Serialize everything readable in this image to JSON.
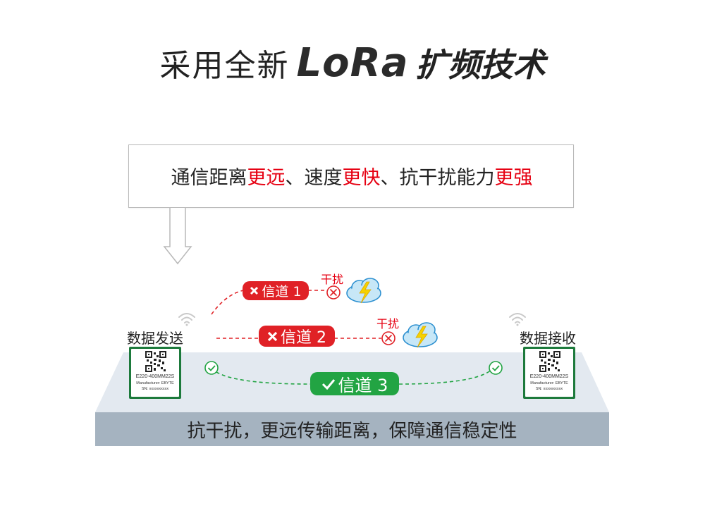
{
  "title": {
    "prefix": "采用全新",
    "brand": "LoRa",
    "suffix": "扩频技术"
  },
  "callout": {
    "t1": "通信距离",
    "r1": "更远",
    "t2": "、速度",
    "r2": "更快",
    "t3": "、抗干扰能力",
    "r3": "更强"
  },
  "sender_label": "数据发送",
  "receiver_label": "数据接收",
  "module": {
    "model": "E220-400MM22S",
    "manufacturer": "Manufacturer: EBYTE",
    "sn": "SN: xxxxxxxxxx"
  },
  "channels": [
    {
      "label": "信道 1",
      "status": "blocked",
      "interference": "干扰"
    },
    {
      "label": "信道 2",
      "status": "blocked",
      "interference": "干扰"
    },
    {
      "label": "信道 3",
      "status": "ok"
    }
  ],
  "platform_label": "抗干扰，更远传输距离，保障通信稳定性",
  "colors": {
    "red": "#e60012",
    "green": "#22a443",
    "module_green": "#1d7a3c",
    "platform_front": "#a5b3c0",
    "platform_top": "#e3e9f0"
  }
}
